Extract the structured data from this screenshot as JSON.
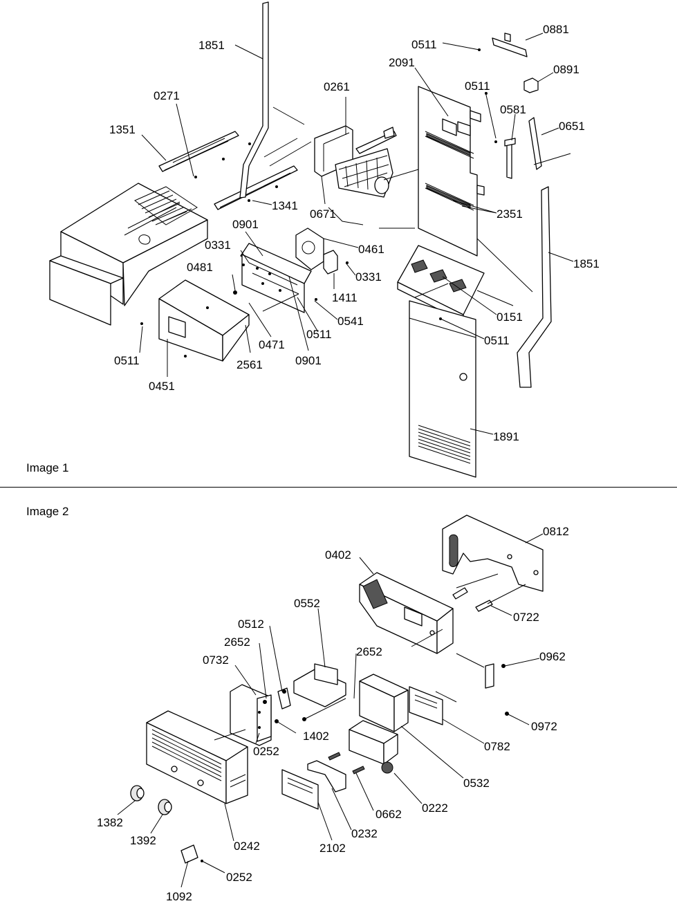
{
  "captions": {
    "image1": "Image 1",
    "image2": "Image 2"
  },
  "image1_labels": [
    {
      "id": "1851-top",
      "text": "1851"
    },
    {
      "id": "0271",
      "text": "0271"
    },
    {
      "id": "1351",
      "text": "1351"
    },
    {
      "id": "0261",
      "text": "0261"
    },
    {
      "id": "0511-top",
      "text": "0511"
    },
    {
      "id": "0881",
      "text": "0881"
    },
    {
      "id": "2091",
      "text": "2091"
    },
    {
      "id": "0891",
      "text": "0891"
    },
    {
      "id": "0511-mid",
      "text": "0511"
    },
    {
      "id": "0581",
      "text": "0581"
    },
    {
      "id": "0651",
      "text": "0651"
    },
    {
      "id": "1341",
      "text": "1341"
    },
    {
      "id": "0671",
      "text": "0671"
    },
    {
      "id": "2351",
      "text": "2351"
    },
    {
      "id": "0901-top",
      "text": "0901"
    },
    {
      "id": "0331-left",
      "text": "0331"
    },
    {
      "id": "0461",
      "text": "0461"
    },
    {
      "id": "1851-right",
      "text": "1851"
    },
    {
      "id": "0481",
      "text": "0481"
    },
    {
      "id": "0331-right",
      "text": "0331"
    },
    {
      "id": "1411",
      "text": "1411"
    },
    {
      "id": "0151",
      "text": "0151"
    },
    {
      "id": "0541",
      "text": "0541"
    },
    {
      "id": "0471",
      "text": "0471"
    },
    {
      "id": "0511-c",
      "text": "0511"
    },
    {
      "id": "0511-r",
      "text": "0511"
    },
    {
      "id": "0511-l",
      "text": "0511"
    },
    {
      "id": "2561",
      "text": "2561"
    },
    {
      "id": "0901-bot",
      "text": "0901"
    },
    {
      "id": "0451",
      "text": "0451"
    },
    {
      "id": "1891",
      "text": "1891"
    }
  ],
  "image2_labels": [
    {
      "id": "0812",
      "text": "0812"
    },
    {
      "id": "0402",
      "text": "0402"
    },
    {
      "id": "0722",
      "text": "0722"
    },
    {
      "id": "0552",
      "text": "0552"
    },
    {
      "id": "0512",
      "text": "0512"
    },
    {
      "id": "2652-l",
      "text": "2652"
    },
    {
      "id": "2652-r",
      "text": "2652"
    },
    {
      "id": "0732",
      "text": "0732"
    },
    {
      "id": "0962",
      "text": "0962"
    },
    {
      "id": "1402",
      "text": "1402"
    },
    {
      "id": "0972",
      "text": "0972"
    },
    {
      "id": "0252-a",
      "text": "0252"
    },
    {
      "id": "0782",
      "text": "0782"
    },
    {
      "id": "0532",
      "text": "0532"
    },
    {
      "id": "0222",
      "text": "0222"
    },
    {
      "id": "0662",
      "text": "0662"
    },
    {
      "id": "1382",
      "text": "1382"
    },
    {
      "id": "0232",
      "text": "0232"
    },
    {
      "id": "1392",
      "text": "1392"
    },
    {
      "id": "0242",
      "text": "0242"
    },
    {
      "id": "2102",
      "text": "2102"
    },
    {
      "id": "0252-b",
      "text": "0252"
    },
    {
      "id": "1092",
      "text": "1092"
    }
  ]
}
